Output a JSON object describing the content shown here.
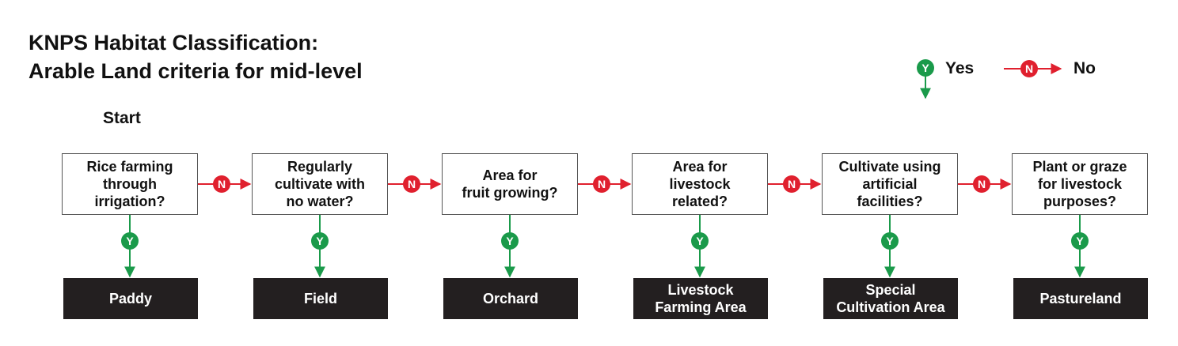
{
  "title": {
    "line1": "KNPS Habitat Classification:",
    "line2": "Arable Land criteria for mid-level"
  },
  "start_label": "Start",
  "legend": {
    "yes_letter": "Y",
    "yes_label": "Yes",
    "no_letter": "N",
    "no_label": "No"
  },
  "colors": {
    "yes": "#1a9a4a",
    "no": "#e0202e",
    "result_box": "#231f20"
  },
  "steps": [
    {
      "question": "Rice farming\nthrough\nirrigation?",
      "result": "Paddy"
    },
    {
      "question": "Regularly\ncultivate with\nno water?",
      "result": "Field"
    },
    {
      "question": "Area for\nfruit growing?",
      "result": "Orchard"
    },
    {
      "question": "Area for\nlivestock\nrelated?",
      "result": "Livestock\nFarming Area"
    },
    {
      "question": "Cultivate using\nartificial\nfacilities?",
      "result": "Special\nCultivation Area"
    },
    {
      "question": "Plant or graze\nfor livestock\npurposes?",
      "result": "Pastureland"
    }
  ]
}
